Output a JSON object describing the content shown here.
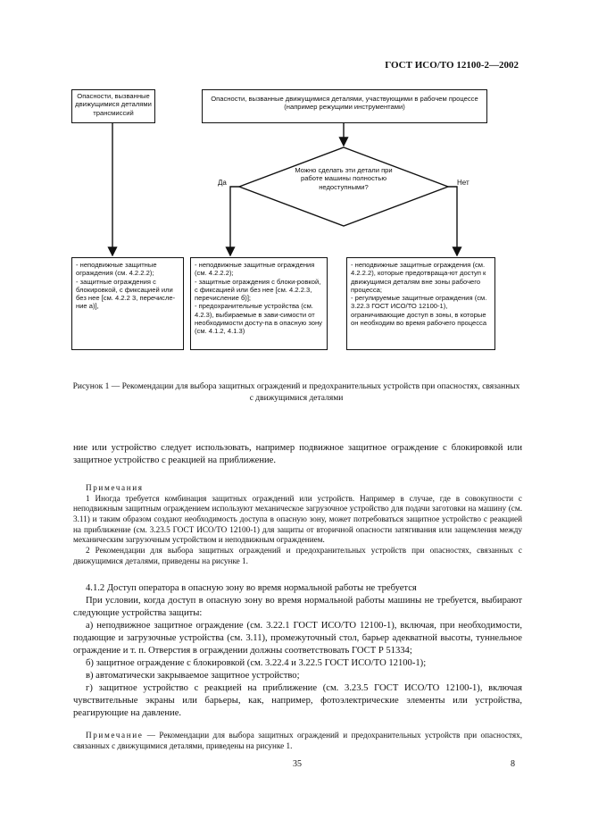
{
  "header": "ГОСТ ИСО/ТО 12100-2—2002",
  "flowchart": {
    "box_transmission": "Опасности, вызванные движущимися деталями трансмиссий",
    "box_working": "Опасности, вызванные движущимися деталями, участвующими в рабочем процессе (например режущими инструментами)",
    "decision": "Можно сделать эти детали при работе машины полностью недоступными?",
    "yes": "Да",
    "no": "Нет",
    "result1": [
      "- неподвижные защитные ограждения (см. 4.2.2.2);",
      "- защитные ограждения с блокировкой, с фиксацией или без нее [см. 4.2.2 3, перечисле-ние а)],"
    ],
    "result2": [
      "- неподвижные защитные ограждения (см. 4.2.2.2);",
      "- защитные ограждения с блоки-ровкой, с фиксацией или без нее [см. 4.2.2.3, перечисление б)];",
      "- предохранительные устройства (см. 4.2.3), выбираемые в зави-симости от необходимости досту-па в опасную зону (см. 4.1.2, 4.1.3)"
    ],
    "result3": [
      "- неподвижные защитные ограждения (см. 4.2.2.2), которые предотвраща-ют доступ к движущимся деталям вне зоны рабочего процесса;",
      "- регулируемые защитные ограждения (см. 3.22.3 ГОСТ ИСО/ТО 12100-1), ограничивающие доступ в зоны, в которые он необходим во время рабочего процесса"
    ]
  },
  "caption": "Рисунок 1 — Рекомендации для выбора защитных ограждений и предохранительных устройств при опасностях, связанных с движущимися деталями",
  "para_cont": "ние или устройство следует использовать, например подвижное защитное ограждение с блокировкой или защитное устройство с реакцией на приближение.",
  "notes_title": "Примечания",
  "note1": "1 Иногда требуется комбинация защитных ограждений или устройств. Например в случае, где в совокупности с неподвижным защитным ограждением используют механическое загрузочное устройство для подачи заготовки на машину (см. 3.11) и таким образом создают необходимость доступа в опасную зону, может потребоваться защитное устройство с реакцией на приближение (см. 3.23.5 ГОСТ ИСО/ТО 12100-1) для защиты от вторичной опасности затягивания или защемления между механическим загрузочным устройством и неподвижным ограждением.",
  "note2": "2 Рекомендации для выбора защитных ограждений и предохранительных устройств при опасностях, связанных с движущимися деталями, приведены на рисунке 1.",
  "section_title": "4.1.2 Доступ оператора в опасную зону во время нормальной работы не требуется",
  "section_intro": "При условии, когда доступ в опасную зону во время нормальной работы машины не требуется, выбирают следующие устройства защиты:",
  "item_a": "а) неподвижное защитное ограждение (см. 3.22.1 ГОСТ ИСО/ТО 12100-1), включая, при необходимости, подающие и загрузочные устройства (см. 3.11), промежуточный стол, барьер адекватной высоты, туннельное ограждение и т. п. Отверстия в ограждении должны соответствовать ГОСТ Р 51334;",
  "item_b": "б) защитное ограждение с блокировкой (см. 3.22.4 и 3.22.5 ГОСТ ИСО/ТО 12100-1);",
  "item_c": "в) автоматически закрываемое защитное устройство;",
  "item_d": "г) защитное устройство с реакцией на приближение (см. 3.23.5 ГОСТ ИСО/ТО 12100-1), включая чувствительные экраны или барьеры, как, например, фотоэлектрические элементы или устройства, реагирующие на давление.",
  "final_note_label": "Примечание",
  "final_note": " — Рекомендации для выбора защитных ограждений и предохранительных устройств при опасностях, связанных с движущимися деталями, приведены на рисунке 1.",
  "page_number": "35",
  "sheet_number": "8"
}
